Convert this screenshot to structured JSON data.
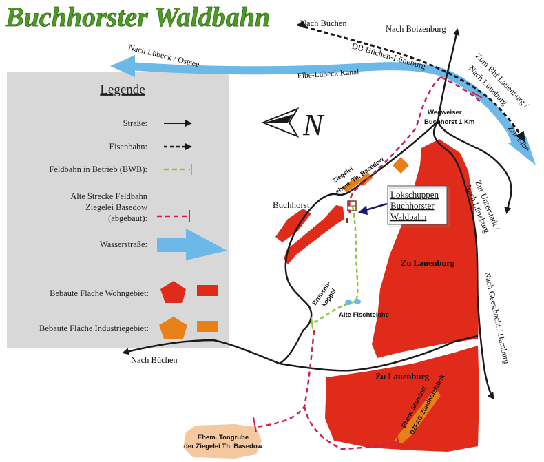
{
  "title": "Buchhorster Waldbahn",
  "colors": {
    "title_green": "#4e9a24",
    "road": "#1a1a1a",
    "waterway": "#6cb8e8",
    "residential": "#e02b1a",
    "industrial": "#e8801a",
    "field_railway": "#8cc63f",
    "old_line": "#d0204a",
    "clay_pit": "#f5c8a0",
    "legend_bg": "#d8d8d8"
  },
  "legend": {
    "heading": "Legende",
    "items": [
      {
        "label": "Straße:",
        "icon": "solid-arrow-icon"
      },
      {
        "label": "Eisenbahn:",
        "icon": "dashed-arrow-icon"
      },
      {
        "label": "Feldbahn in Betrieb (BWB):",
        "icon": "green-dashed-line-icon"
      },
      {
        "label_lines": [
          "Alte Strecke Feldbahn",
          "Ziegelei Basedow",
          "(abgebaut):"
        ],
        "icon": "red-dashed-line-icon"
      },
      {
        "label": "Wasserstraße:",
        "icon": "blue-arrow-icon"
      },
      {
        "label": "Bebaute Fläche Wohngebiet:",
        "icon": "red-pentagon-rect-icon"
      },
      {
        "label": "Bebaute Fläche Industriegebiet:",
        "icon": "orange-pentagon-rect-icon"
      }
    ]
  },
  "compass": {
    "letter": "N"
  },
  "labels": {
    "nach_buechen_top": "Nach Büchen",
    "nach_boizenburg": "Nach Boizenburg",
    "nach_luebeck": "Nach Lübeck / Ostsee",
    "db_line": "DB Büchen-Lüneburg",
    "canal": "Elbe-Lübeck Kanal",
    "zum_bhf_1": "Zum Bhf Lauenburg /",
    "zum_bhf_2": "Nach Lüneburg",
    "zur_elbe": "Zur Elbe",
    "wegweiser_1": "Wegweiser",
    "wegweiser_2": "Buchhorst 1 Km",
    "ziegelei_1": "Ziegelei",
    "ziegelei_2": "ehem. Th. Basedow",
    "buchhorst": "Buchhorst",
    "lokschuppen_1": "Lokschuppen",
    "lokschuppen_2": "Buchhorster",
    "lokschuppen_3": "Waldbahn",
    "zur_unterstadt_1": "Zur Unterstadt /",
    "zur_unterstadt_2": "Nach Lüneburg",
    "zu_lauenburg_1": "Zu Lauenburg",
    "zu_lauenburg_2": "Zu Lauenburg",
    "nach_geesthacht": "Nach Geesthacht / Hamburg",
    "brunsenkoppel_1": "Brunsen-",
    "brunsenkoppel_2": "koppel",
    "alte_fischteiche": "Alte Fischteiche",
    "nach_buechen_bottom": "Nach Büchen",
    "tongrube_1": "Ehem. Tongrube",
    "tongrube_2": "der Ziegelei Th. Basedow",
    "standort_1": "Ehem. Standort",
    "standort_2": "DZFAG Zündholzfabrik"
  }
}
